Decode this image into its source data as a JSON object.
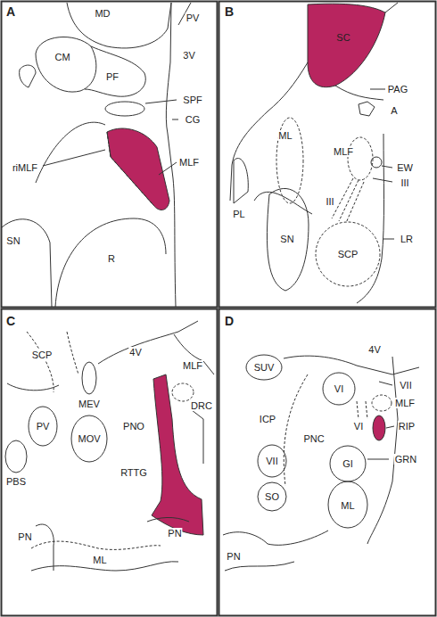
{
  "diagram": {
    "labels": [
      "A",
      "MD",
      "PV",
      "CM",
      "PF",
      "3V",
      "SPF",
      "CG",
      "riMLF",
      "MLF",
      "R",
      "SN",
      "B",
      "SC",
      "PAG",
      "A",
      "ML",
      "MLF",
      "EW",
      "III",
      "PL",
      "III",
      "SN",
      "SCP",
      "LR",
      "C",
      "SCP",
      "4V",
      "MEV",
      "MLF",
      "DRC",
      "PV",
      "MOV",
      "PNO",
      "RTTG",
      "PBS",
      "PN",
      "ML",
      "PN",
      "D",
      "SUV",
      "4V",
      "VII",
      "ICP",
      "VI",
      "MLF",
      "PNC",
      "VI",
      "RIP",
      "GI",
      "GRN",
      "VII",
      "SO",
      "ML",
      "PN"
    ]
  }
}
